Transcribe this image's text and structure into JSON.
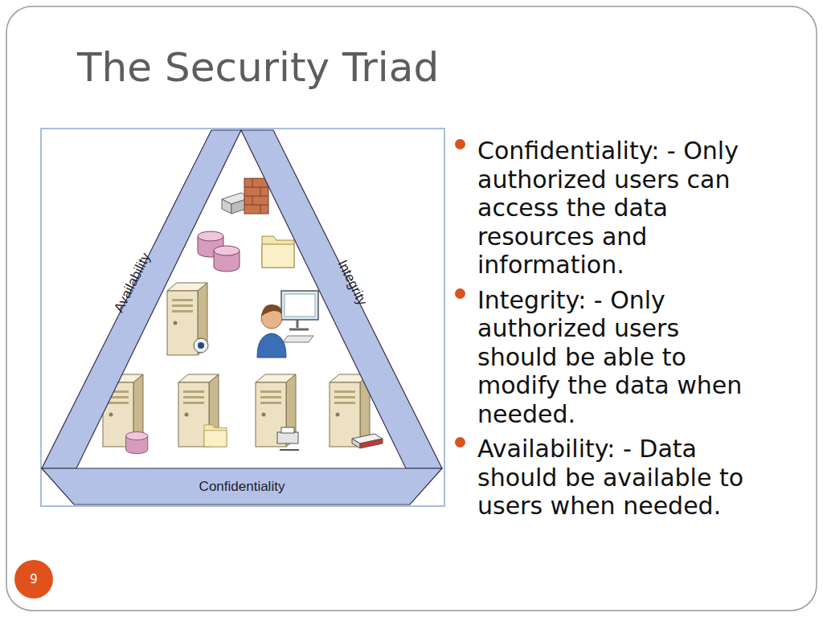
{
  "diagram": {
    "title": "The Security Triad",
    "nodes": [
      {
        "text": [
          "Availability"
        ]
      },
      {
        "text": [
          "Integrity"
        ]
      },
      {
        "text": [
          "Confidentiality"
        ]
      },
      {
        "text": [
          "9"
        ]
      }
    ],
    "labels": [
      "Confidentiality: - Only authorized users can access the data resources and information.",
      "Integrity: - Only authorized users should be able to modify the data when needed.",
      "Availability: - Data should be available to users when needed."
    ]
  }
}
